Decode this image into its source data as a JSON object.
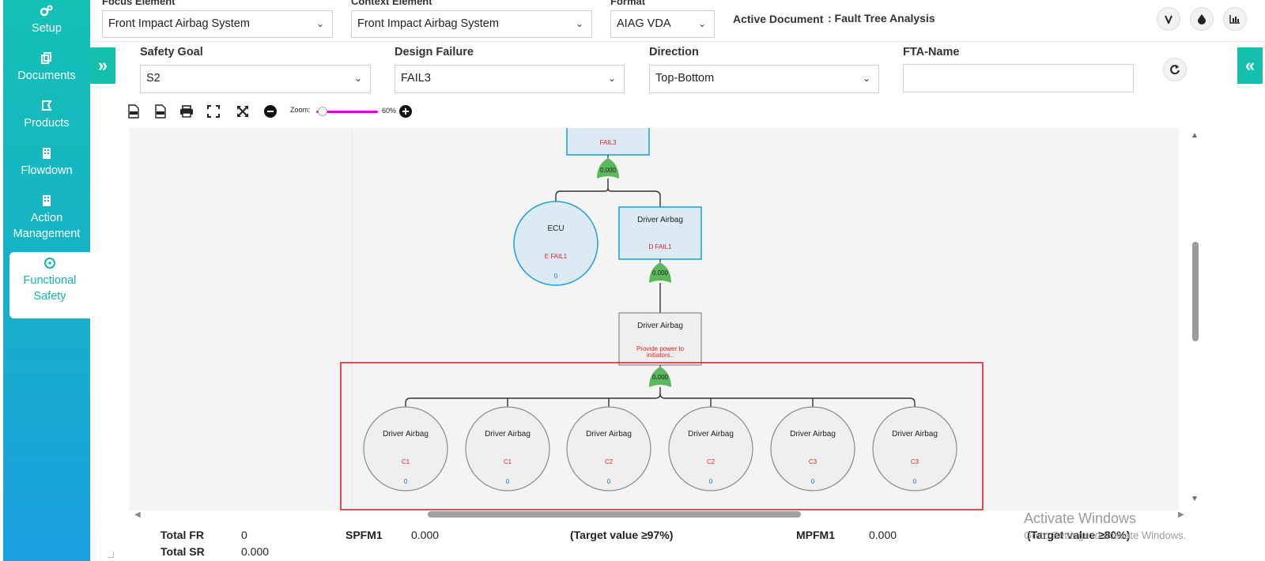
{
  "sidebar": {
    "items": [
      {
        "label": "Setup"
      },
      {
        "label": "Documents"
      },
      {
        "label": "Products"
      },
      {
        "label": "Flowdown"
      },
      {
        "label": "Action Management"
      },
      {
        "label": "Functional Safety",
        "active": true
      }
    ]
  },
  "top": {
    "focus_label": "Focus Element",
    "focus_value": "Front Impact Airbag System",
    "context_label": "Context Element",
    "context_value": "Front Impact Airbag System",
    "format_label": "Format",
    "format_value": "AIAG VDA",
    "active_doc_label": "Active Document",
    "active_doc_value": ": Fault Tree Analysis"
  },
  "filters": {
    "safety_goal_label": "Safety Goal",
    "safety_goal_value": "S2",
    "design_failure_label": "Design Failure",
    "design_failure_value": "FAIL3",
    "direction_label": "Direction",
    "direction_value": "Top-Bottom",
    "fta_name_label": "FTA-Name",
    "fta_name_value": ""
  },
  "toolbar": {
    "zoom_label": "Zoom:",
    "zoom_value": "60%",
    "zoom_fraction": 0.1
  },
  "diagram": {
    "top_node": {
      "failure": "FAIL3"
    },
    "gate_value": "0.000",
    "ecu": {
      "name": "ECU",
      "failure": "E FAIL1",
      "value": "0"
    },
    "driver_box": {
      "name": "Driver Airbag",
      "failure": "D FAIL1"
    },
    "function_box": {
      "name": "Driver Airbag",
      "failure_line1": "Provide power to",
      "failure_line2": "initiators.."
    },
    "leaves": [
      {
        "name": "Driver Airbag",
        "failure": "C1",
        "value": "0"
      },
      {
        "name": "Driver Airbag",
        "failure": "C1",
        "value": "0"
      },
      {
        "name": "Driver Airbag",
        "failure": "C2",
        "value": "0"
      },
      {
        "name": "Driver Airbag",
        "failure": "C2",
        "value": "0"
      },
      {
        "name": "Driver Airbag",
        "failure": "C3",
        "value": "0"
      },
      {
        "name": "Driver Airbag",
        "failure": "C3",
        "value": "0"
      }
    ]
  },
  "metrics": {
    "total_fr_label": "Total FR",
    "total_fr_value": "0",
    "total_sr_label": "Total SR",
    "total_sr_value": "0.000",
    "spfm_label": "SPFM1",
    "spfm_value": "0.000",
    "spfm_target": "(Target value ≥97%)",
    "mpfm_label": "MPFM1",
    "mpfm_value": "0.000",
    "mpfm_target": "(Target value ≥80%)"
  },
  "watermark": {
    "title": "Activate Windows",
    "subtitle": "Go to Settings to activate Windows."
  },
  "colors": {
    "accent": "#14bfae",
    "failure_text": "#e02020",
    "gate": "#5cb85c",
    "highlight": "#d9262a",
    "node_blue": "#1a9fd8"
  }
}
